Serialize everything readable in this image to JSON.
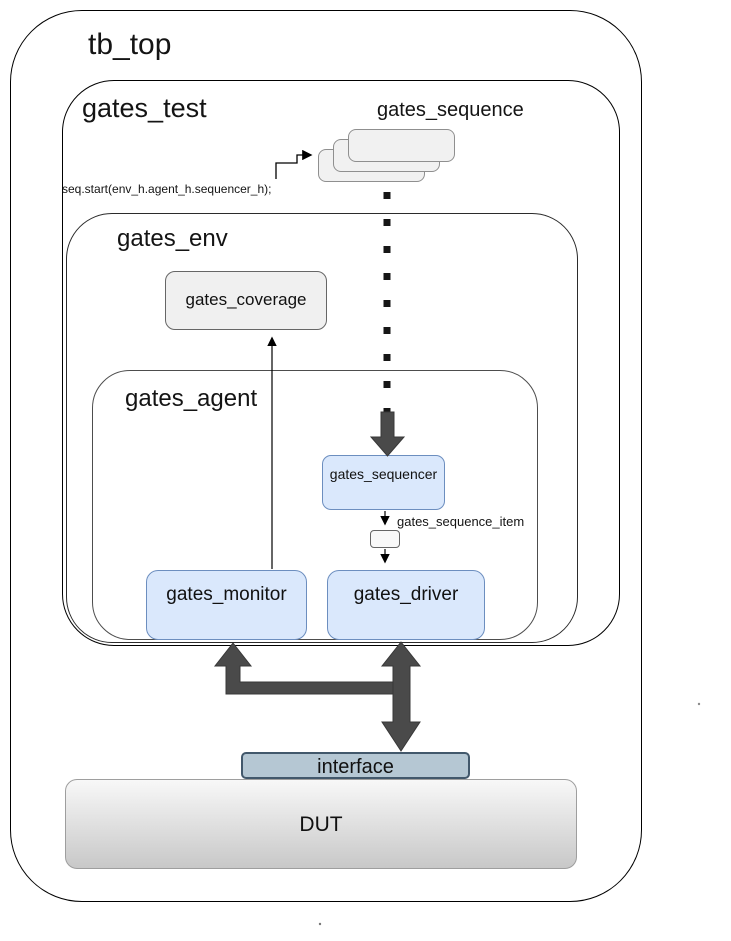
{
  "labels": {
    "tb_top": "tb_top",
    "gates_test": "gates_test",
    "gates_env": "gates_env",
    "gates_agent": "gates_agent",
    "gates_sequence": "gates_sequence",
    "gates_coverage": "gates_coverage",
    "gates_sequencer": "gates_sequencer",
    "gates_monitor": "gates_monitor",
    "gates_driver": "gates_driver",
    "interface": "interface",
    "dut": "DUT"
  },
  "annotations": {
    "seq_start_call": "seq.start(env_h.agent_h.sequencer_h);",
    "sequence_item_label": "gates_sequence_item"
  },
  "edges": [
    {
      "from": "seq.start call",
      "to": "gates_sequence",
      "style": "thin-elbow-arrow"
    },
    {
      "from": "gates_sequence",
      "to": "gates_sequencer",
      "style": "thick-dotted-arrow"
    },
    {
      "from": "gates_sequencer",
      "to": "sequence-item-box",
      "style": "thin-arrow"
    },
    {
      "from": "sequence-item-box",
      "to": "gates_driver",
      "style": "thin-arrow"
    },
    {
      "from": "gates_monitor",
      "to": "gates_coverage",
      "style": "thin-arrow"
    },
    {
      "from": "gates_driver",
      "to": "interface",
      "style": "thick-double-arrow"
    },
    {
      "from": "interface",
      "to": "gates_monitor",
      "style": "thick-elbow-arrow"
    }
  ],
  "colors": {
    "component_blue_fill": "#dae8fc",
    "component_blue_border": "#6c8ebf",
    "coverage_gray_fill": "#f0f0f0",
    "coverage_gray_border": "#666666",
    "interface_fill": "#b5c7d3",
    "interface_border": "#42586b",
    "dut_fill_top": "#f8f8f8",
    "dut_fill_bottom": "#c8c8c8",
    "thick_arrow": "#4a4a4a",
    "line": "#000000",
    "background": "#ffffff"
  }
}
